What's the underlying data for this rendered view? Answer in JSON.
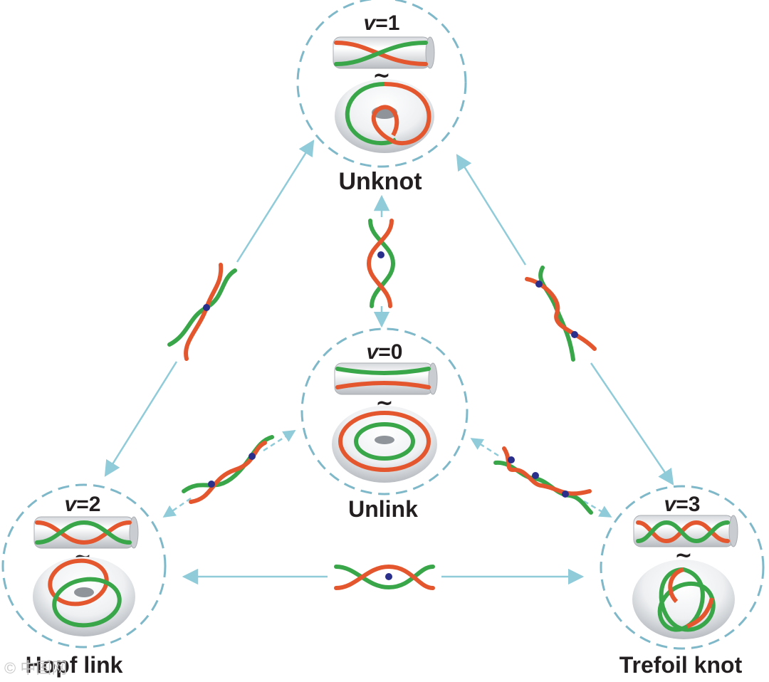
{
  "nodes": {
    "unknot": {
      "nu_symbol": "v",
      "nu_value": "=1",
      "tilde": "~",
      "name": "Unknot"
    },
    "unlink": {
      "nu_symbol": "v",
      "nu_value": "=0",
      "tilde": "~",
      "name": "Unlink"
    },
    "hopf": {
      "nu_symbol": "v",
      "nu_value": "=2",
      "tilde": "~",
      "name": "Hopf link"
    },
    "trefoil": {
      "nu_symbol": "v",
      "nu_value": "=3",
      "tilde": "~",
      "name": "Trefoil knot"
    }
  },
  "colors": {
    "strand_red": "#e4572e",
    "strand_green": "#3aa64a",
    "arrow": "#8fcbd8",
    "circle_dash": "#7fb8c8",
    "crossing_dot": "#2b2f8c",
    "text": "#231f20"
  },
  "watermark": "© 中国网"
}
